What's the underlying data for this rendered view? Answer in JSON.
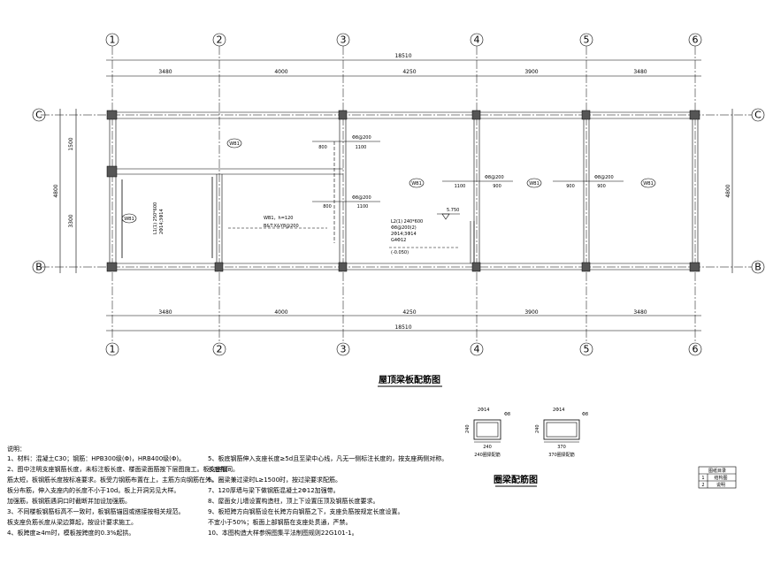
{
  "axes": {
    "vertical": [
      "1",
      "2",
      "3",
      "4",
      "5",
      "6"
    ],
    "horizontal": [
      "C",
      "B"
    ]
  },
  "dimensions": {
    "top_total": "18510",
    "top_spans": [
      "3480",
      "4000",
      "4250",
      "3900",
      "3480"
    ],
    "bottom_total": "18510",
    "bottom_spans": [
      "3480",
      "4000",
      "4250",
      "3900",
      "3480"
    ],
    "left_total": "4800",
    "left_parts": [
      "1500",
      "3300"
    ],
    "right_total": "4800"
  },
  "plan_labels": {
    "wb1_a": "WB1",
    "wb1_b": "WB1",
    "wb1_c": "WB1",
    "wb1_d": "WB1",
    "wb1_e": "WB1",
    "slab_note_1": "WB1，h=120",
    "slab_note_2": "B&T:X&Y8@200",
    "beam_l1": "L1(1) 250*600",
    "beam_l1_b": "2Φ14;3Φ14",
    "beam_l2": "L2(1) 240*600",
    "beam_l2_b": "Φ8@200(2)",
    "beam_l2_c": "2Φ14;3Φ14",
    "beam_l2_d": "G4Φ12",
    "beam_l2_e": "(-0.050)",
    "elev": "5.750",
    "rebar_1": "Φ8@200",
    "rebar_2": "Φ8@200",
    "rebar_3": "Φ8@200",
    "rebar_4": "Φ8@200",
    "len_800a": "800",
    "len_1100a": "1100",
    "len_800b": "800",
    "len_1100b": "1100",
    "len_1100c": "1100",
    "len_900a": "900",
    "len_900b": "900",
    "len_900c": "900"
  },
  "main_title": "屋顶梁板配筋图",
  "ring_beam_title": "圈梁配筋图",
  "ring_beams": {
    "s1": {
      "top": "2Φ14",
      "stir": "Φ8",
      "h": "240",
      "w": "240",
      "label": "240圈梁配筋"
    },
    "s2": {
      "top": "2Φ14",
      "stir": "Φ8",
      "h": "240",
      "w": "370",
      "label": "370圈梁配筋"
    }
  },
  "notes": {
    "title": "说明：",
    "lines": [
      "1、材料：混凝土C30；钢筋：HPB300级(Φ)，HRB400级(Φ)。",
      "2、图中注明支座钢筋长度，未标注板长度、楼面梁面筋按下层图施工。板支座钢",
      "   筋太短，板钢筋长度按标准要求。板受力钢筋布置在上，主筋方向钢筋在外。",
      "   板分布筋，伸入支座内的长度不小于10d。板上开洞另见大样。",
      "   加强筋，板钢筋遇洞口时截断并加设加强筋。",
      "3、不同楼板钢筋标高不一致时，板钢筋锚固或搭接按相关规范。",
      "   板支座负筋长度从梁边算起，按设计要求施工。",
      "4、板跨度≥4m时，模板按跨度的0.3%起拱。"
    ],
    "lines2": [
      "5、板底钢筋伸入支座长度≥5d且至梁中心线，凡无一侧标注长度的，按支座两侧对称。",
      "   长度相同。",
      "6、圈梁兼过梁时L≥1500时，按过梁要求配筋。",
      "7、120厚墙与梁下做钢筋混凝土2Φ12加强带。",
      "8、屋面女儿墙设置构造柱，顶上下设置压顶及钢筋长度要求。",
      "9、板短跨方向钢筋设在长跨方向钢筋之下，支座负筋按规定长度设置。",
      "   不宜小于50%；板面上部钢筋在支座处贯通，严禁。",
      "10、本图构造大样参照图集平法制图规则22G101-1。"
    ]
  },
  "table": {
    "header": "图纸目录",
    "row1": [
      "1",
      "结构图"
    ],
    "row2": [
      "2",
      "说明"
    ]
  }
}
